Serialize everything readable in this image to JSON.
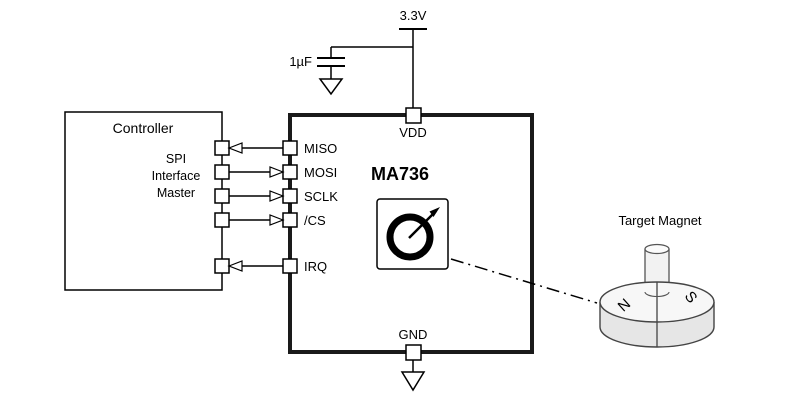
{
  "power": {
    "vcc_label": "3.3V",
    "cap_label": "1µF"
  },
  "chip": {
    "name": "MA736",
    "vdd_label": "VDD",
    "gnd_label": "GND"
  },
  "controller": {
    "title": "Controller",
    "spi_line1": "SPI",
    "spi_line2": "Interface",
    "spi_line3": "Master"
  },
  "signals": [
    {
      "label": "MISO",
      "direction": "to-controller"
    },
    {
      "label": "MOSI",
      "direction": "to-chip"
    },
    {
      "label": "SCLK",
      "direction": "to-chip"
    },
    {
      "label": "/CS",
      "direction": "to-chip"
    },
    {
      "label": "IRQ",
      "direction": "to-controller"
    }
  ],
  "magnet": {
    "title": "Target Magnet",
    "north": "N",
    "south": "S"
  },
  "colors": {
    "line": "#000000",
    "thick_box": "#1a1a1a",
    "magnet_side": "#e6e6e6",
    "magnet_top": "#f7f7f7"
  }
}
